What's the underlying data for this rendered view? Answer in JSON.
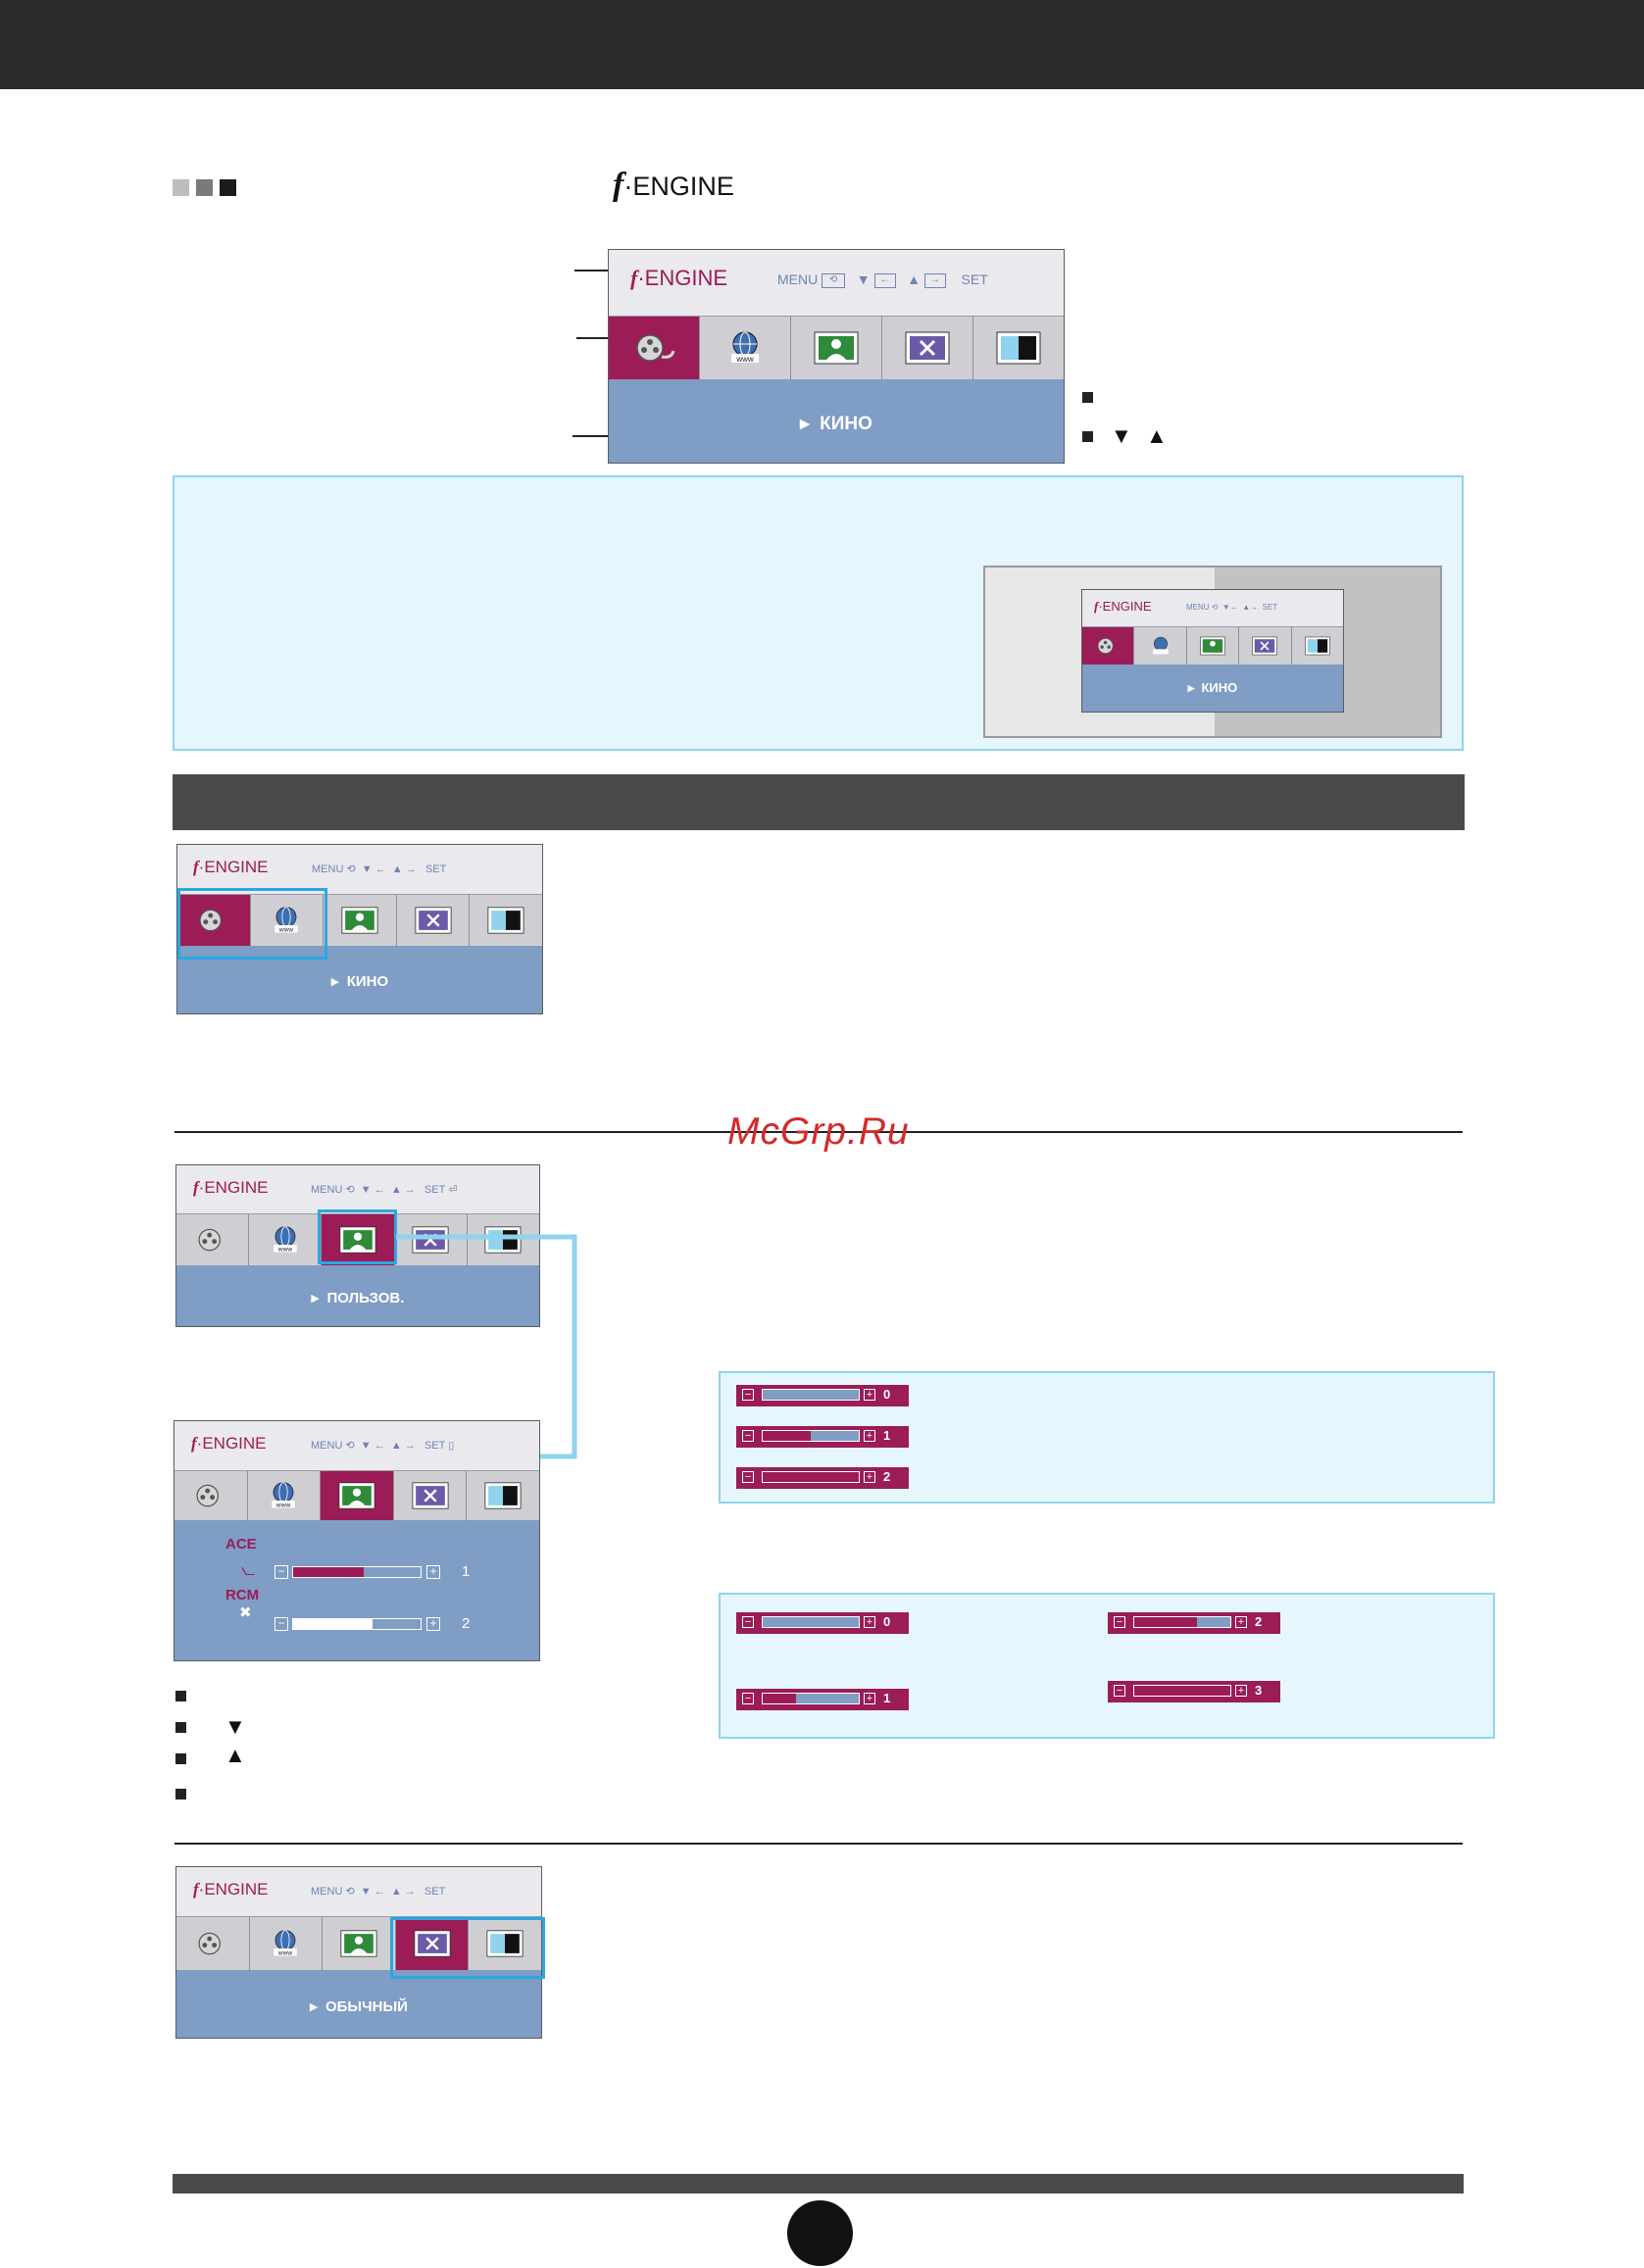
{
  "header": {
    "brand_italic": "f",
    "brand_text": "·ENGINE"
  },
  "osd": {
    "brand_italic": "f",
    "brand_text": "·ENGINE",
    "menu_label": "MENU",
    "set_label": "SET",
    "icons": [
      "film-reel-icon",
      "globe-www-icon",
      "user-photo-icon",
      "close-x-icon",
      "contrast-icon"
    ]
  },
  "modes": {
    "main": "КИНО",
    "inset": "КИНО",
    "section1": "КИНО",
    "user": "ПОЛЬЗОВ.",
    "normal": "ОБЫЧНЫЙ"
  },
  "user_panel": {
    "ace_label": "ACE",
    "ace_value": "1",
    "rcm_label": "RCM",
    "rcm_value": "2"
  },
  "ace_levels": [
    {
      "value": "0",
      "fill": 0.0
    },
    {
      "value": "1",
      "fill": 0.5
    },
    {
      "value": "2",
      "fill": 1.0
    }
  ],
  "rcm_levels": [
    {
      "value": "0",
      "fill": 0.0
    },
    {
      "value": "1",
      "fill": 0.35
    },
    {
      "value": "2",
      "fill": 0.65
    },
    {
      "value": "3",
      "fill": 1.0
    }
  ],
  "watermark": "McGrp.Ru",
  "colors": {
    "accent": "#9b1c56",
    "menu_blue": "#7f9dc5",
    "highlight": "#2aa8e0",
    "info_bg": "#e6f6fd"
  }
}
